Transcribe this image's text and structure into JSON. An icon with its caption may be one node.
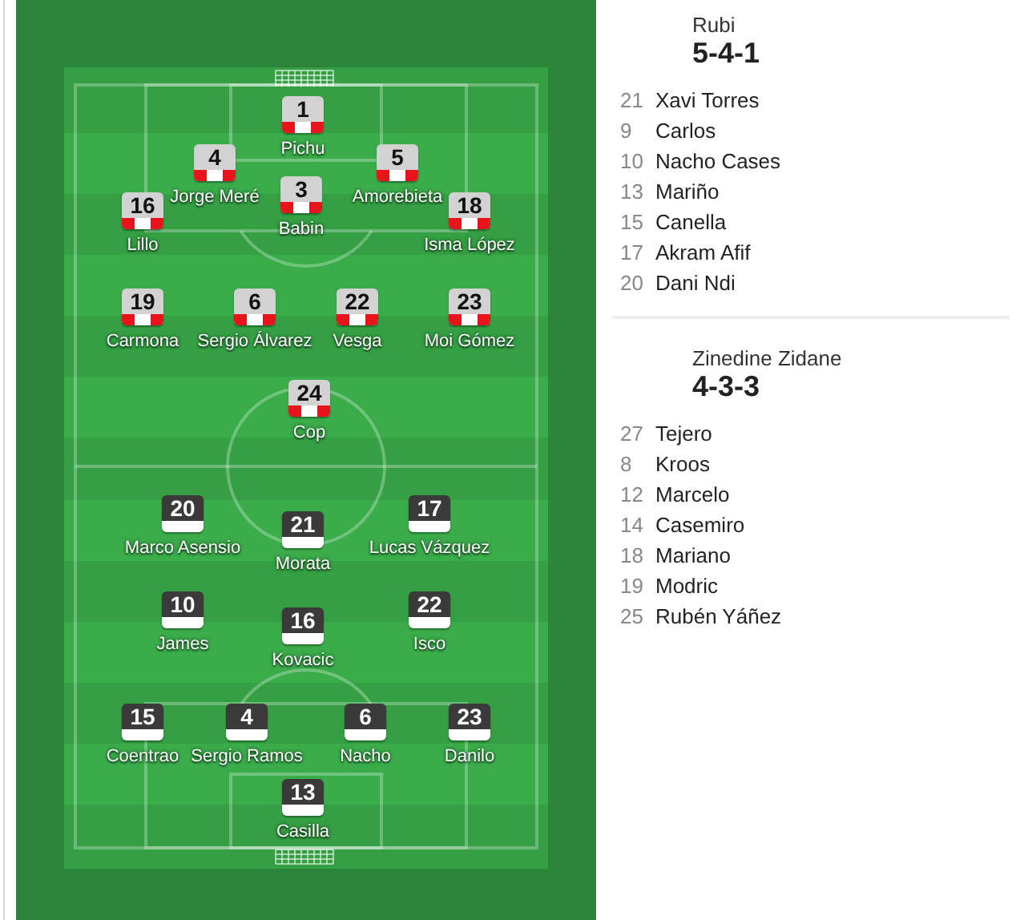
{
  "diagram": {
    "nodes": [
      {
        "text": [
          "1"
        ],
        "beside": [
          "Pichu"
        ]
      },
      {
        "text": [
          "4"
        ],
        "beside": [
          "Jorge Meré"
        ]
      },
      {
        "text": [
          "5"
        ],
        "beside": [
          "Amorebieta"
        ]
      },
      {
        "text": [
          "3"
        ],
        "beside": [
          "Babin"
        ]
      },
      {
        "text": [
          "16"
        ],
        "beside": [
          "Lillo"
        ]
      },
      {
        "text": [
          "18"
        ],
        "beside": [
          "Isma López"
        ]
      },
      {
        "text": [
          "19"
        ],
        "beside": [
          "Carmona"
        ]
      },
      {
        "text": [
          "6"
        ],
        "beside": [
          "Sergio Álvarez"
        ]
      },
      {
        "text": [
          "22"
        ],
        "beside": [
          "Vesga"
        ]
      },
      {
        "text": [
          "23"
        ],
        "beside": [
          "Moi Gómez"
        ]
      },
      {
        "text": [
          "24"
        ],
        "beside": [
          "Cop"
        ]
      },
      {
        "text": [
          "20"
        ],
        "beside": [
          "Marco Asensio"
        ]
      },
      {
        "text": [
          "17"
        ],
        "beside": [
          "Lucas Vázquez"
        ]
      },
      {
        "text": [
          "21"
        ],
        "beside": [
          "Morata"
        ]
      },
      {
        "text": [
          "10"
        ],
        "beside": [
          "James"
        ]
      },
      {
        "text": [
          "22"
        ],
        "beside": [
          "Isco"
        ]
      },
      {
        "text": [
          "16"
        ],
        "beside": [
          "Kovacic"
        ]
      },
      {
        "text": [
          "15"
        ],
        "beside": [
          "Coentrao"
        ]
      },
      {
        "text": [
          "4"
        ],
        "beside": [
          "Sergio Ramos"
        ]
      },
      {
        "text": [
          "6"
        ],
        "beside": [
          "Nacho"
        ]
      },
      {
        "text": [
          "23"
        ],
        "beside": [
          "Danilo"
        ]
      },
      {
        "text": [
          "13"
        ],
        "beside": [
          "Casilla"
        ]
      }
    ],
    "labels": [
      "Rubi",
      "5-4-1",
      "21",
      "Xavi Torres",
      "9",
      "Carlos",
      "10",
      "Nacho Cases",
      "13",
      "Mariño",
      "15",
      "Canella",
      "17",
      "Akram Afif",
      "20",
      "Dani Ndi",
      "Zinedine Zidane",
      "4-3-3",
      "27",
      "Tejero",
      "8",
      "Kroos",
      "12",
      "Marcelo",
      "14",
      "Casemiro",
      "18",
      "Mariano",
      "19",
      "Modric",
      "25",
      "Rubén Yáñez"
    ]
  }
}
